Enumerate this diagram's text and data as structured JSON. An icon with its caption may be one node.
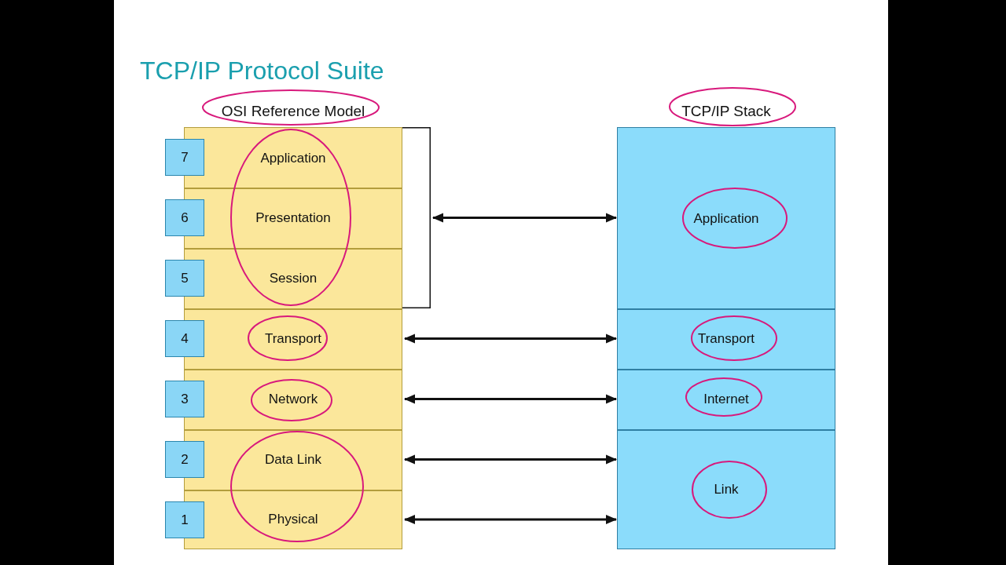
{
  "diagram": {
    "title": "TCP/IP Protocol Suite",
    "nodes": [
      {
        "text": [
          "OSI Reference Model"
        ]
      },
      {
        "text": [
          "Application"
        ],
        "in": 0
      },
      {
        "text": [
          "Presentation"
        ],
        "in": 0
      },
      {
        "text": [
          "Session"
        ],
        "in": 0
      },
      {
        "text": [
          "Transport"
        ],
        "in": 0
      },
      {
        "text": [
          "Network"
        ],
        "in": 0
      },
      {
        "text": [
          "Data Link"
        ],
        "in": 0
      },
      {
        "text": [
          "Physical"
        ],
        "in": 0
      },
      {
        "text": [
          "7"
        ]
      },
      {
        "text": [
          "6"
        ]
      },
      {
        "text": [
          "5"
        ]
      },
      {
        "text": [
          "4"
        ]
      },
      {
        "text": [
          "3"
        ]
      },
      {
        "text": [
          "2"
        ]
      },
      {
        "text": [
          "1"
        ]
      },
      {
        "text": [],
        "shape": "bracket"
      },
      {
        "text": [
          "TCP/IP Stack"
        ]
      },
      {
        "text": [
          "Application"
        ],
        "in": 16
      },
      {
        "text": [
          "Transport"
        ],
        "in": 16
      },
      {
        "text": [
          "Internet"
        ],
        "in": 16
      },
      {
        "text": [
          "Link"
        ],
        "in": 16
      }
    ],
    "edges": [
      {
        "from": 15,
        "to": 17,
        "arrow": "both"
      },
      {
        "from": 4,
        "to": 18,
        "arrow": "both"
      },
      {
        "from": 5,
        "to": 19,
        "arrow": "both"
      },
      {
        "from": 6,
        "to": 20,
        "arrow": "both"
      },
      {
        "from": 7,
        "to": 20,
        "arrow": "both"
      }
    ]
  }
}
